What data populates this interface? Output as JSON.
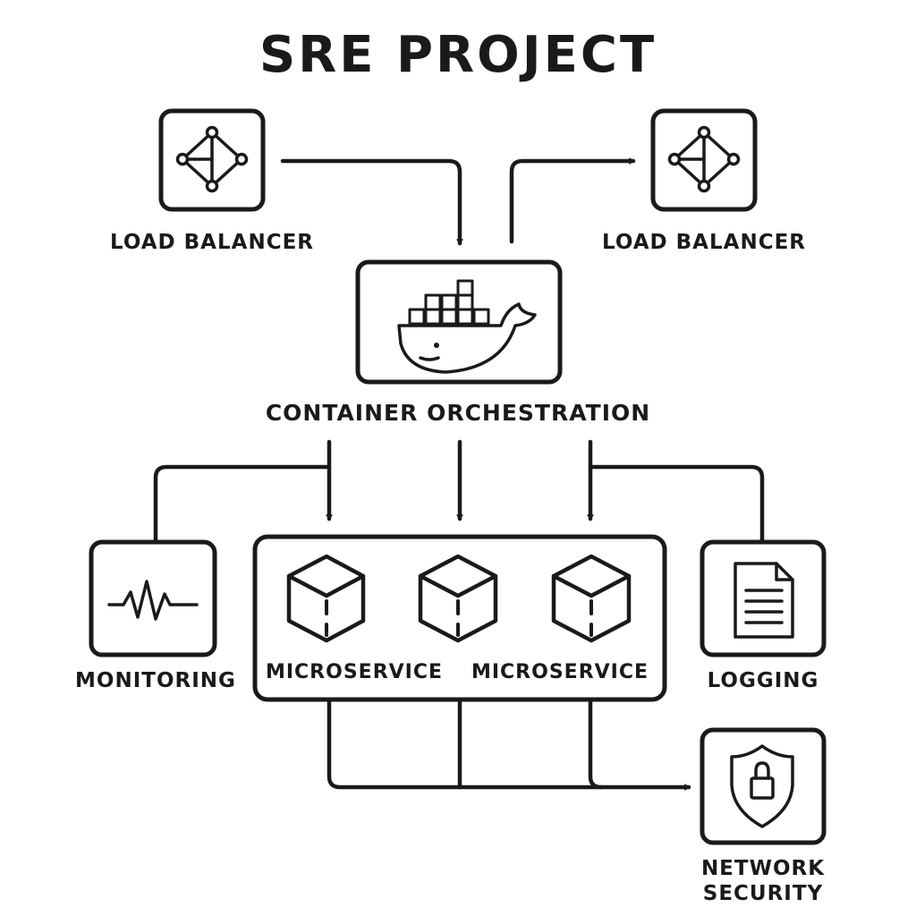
{
  "title": "SRE PROJECT",
  "nodes": {
    "load_balancer_left": {
      "label": "LOAD BALANCER",
      "icon": "network-node-icon"
    },
    "load_balancer_right": {
      "label": "LOAD BALANCER",
      "icon": "network-node-icon"
    },
    "container_orchestration": {
      "label": "CONTAINER ORCHESTRATION",
      "icon": "docker-whale-icon"
    },
    "monitoring": {
      "label": "MONITORING",
      "icon": "heartbeat-icon"
    },
    "microservices": {
      "labels": [
        "MICROSERVICE",
        "MICROSERVICE"
      ],
      "icon": "cube-icon"
    },
    "logging": {
      "label": "LOGGING",
      "icon": "document-icon"
    },
    "network_security": {
      "label_line1": "NETWORK",
      "label_line2": "SECURITY",
      "icon": "shield-lock-icon"
    }
  }
}
